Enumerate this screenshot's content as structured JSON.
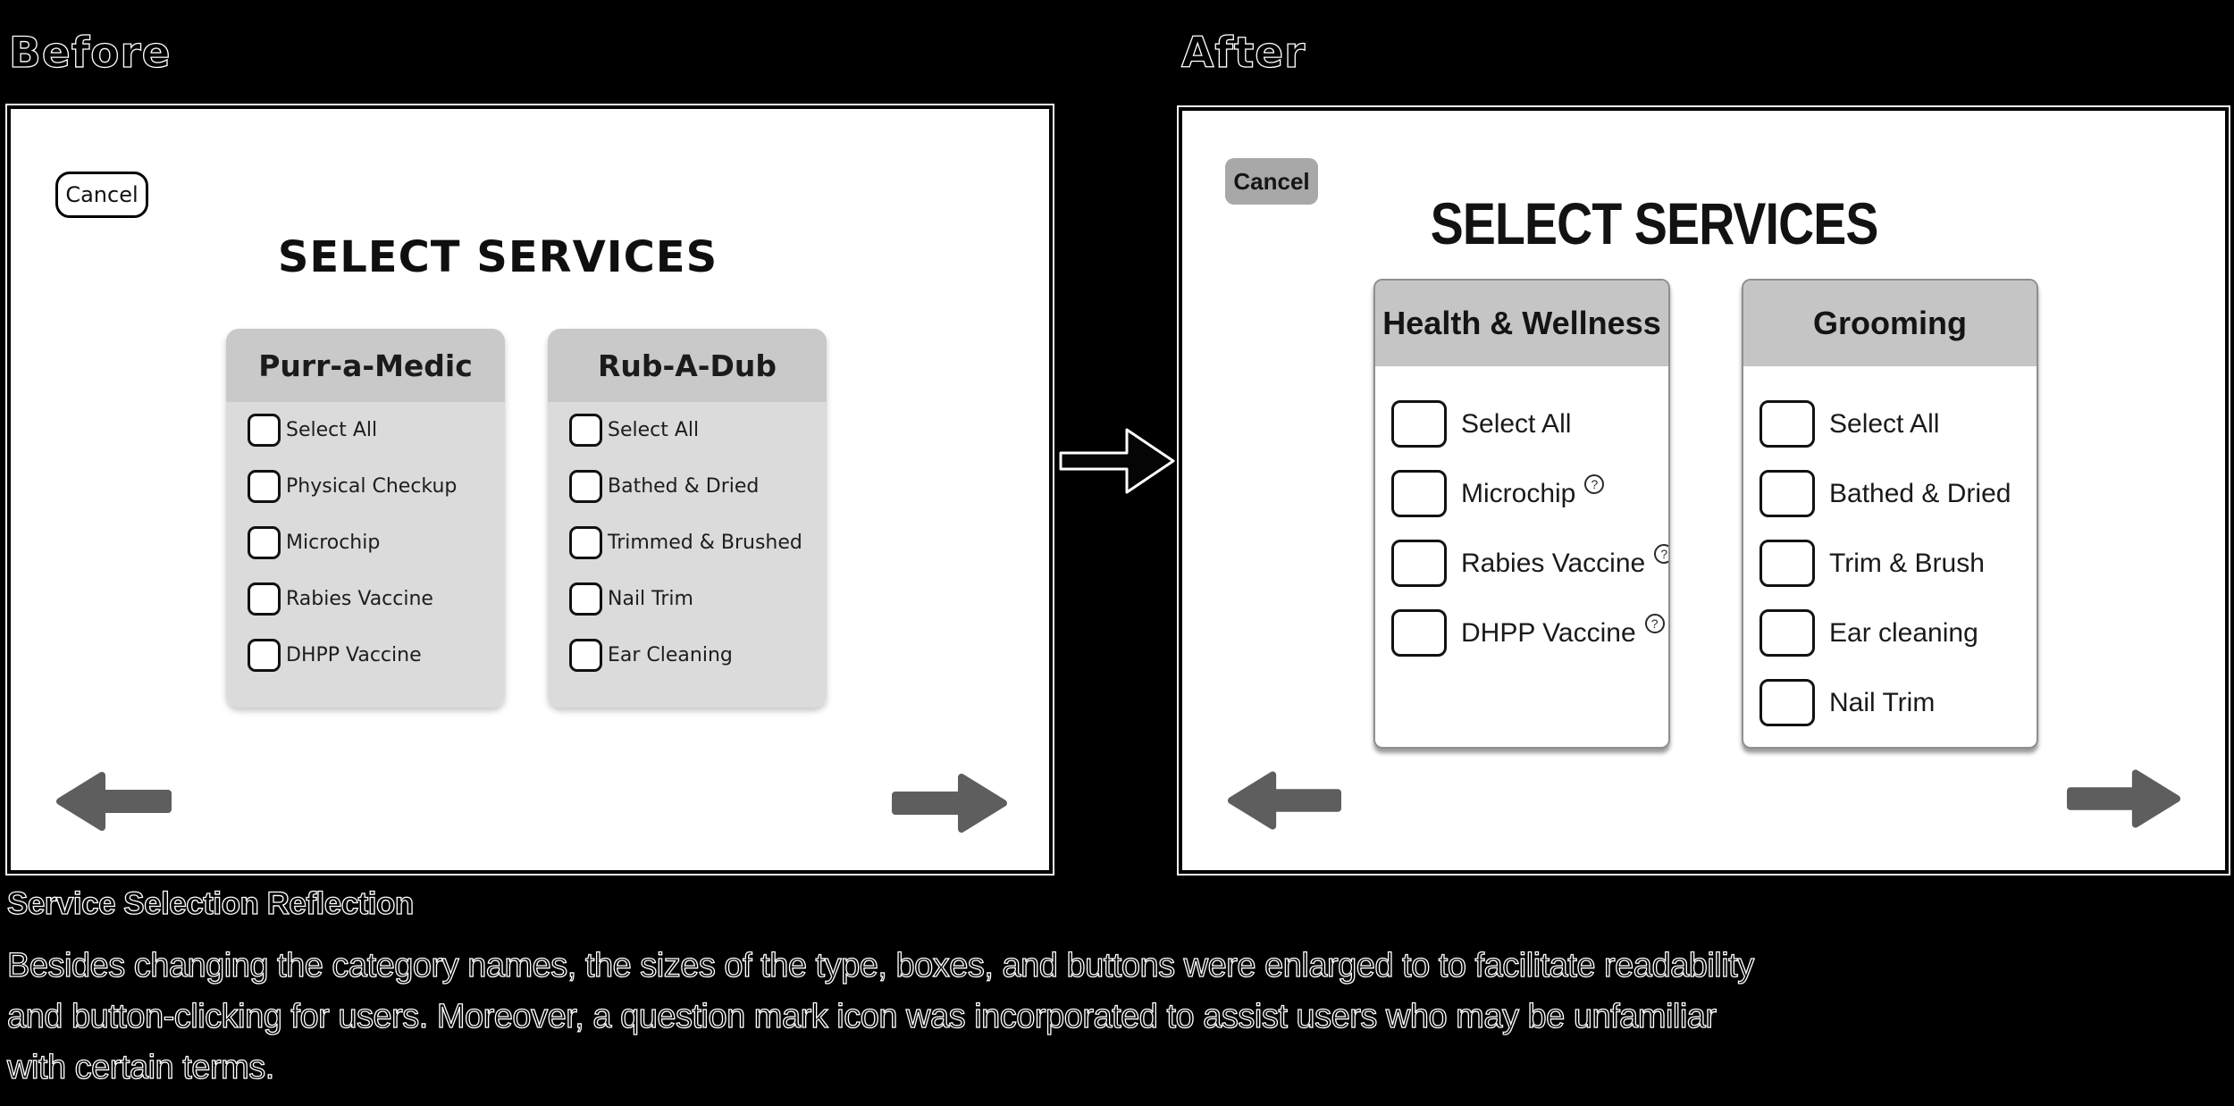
{
  "before": {
    "label": "Before",
    "cancel_label": "Cancel",
    "title": "SELECT SERVICES",
    "categories": [
      {
        "name": "Purr-a-Medic",
        "items": [
          "Select All",
          "Physical Checkup",
          "Microchip",
          "Rabies Vaccine",
          "DHPP Vaccine"
        ]
      },
      {
        "name": "Rub-A-Dub",
        "items": [
          "Select All",
          "Bathed & Dried",
          "Trimmed & Brushed",
          "Nail Trim",
          "Ear Cleaning"
        ]
      }
    ]
  },
  "after": {
    "label": "After",
    "cancel_label": "Cancel",
    "title": "SELECT SERVICES",
    "categories": [
      {
        "name": "Health & Wellness",
        "items": [
          {
            "label": "Select All"
          },
          {
            "label": "Microchip",
            "help": true
          },
          {
            "label": "Rabies Vaccine",
            "help": true
          },
          {
            "label": "DHPP Vaccine",
            "help": true
          }
        ]
      },
      {
        "name": "Grooming",
        "items": [
          {
            "label": "Select All"
          },
          {
            "label": "Bathed & Dried"
          },
          {
            "label": "Trim & Brush"
          },
          {
            "label": "Ear cleaning"
          },
          {
            "label": "Nail Trim"
          }
        ]
      }
    ]
  },
  "icons": {
    "help": "?"
  },
  "reflection": {
    "heading": "Service Selection Reflection",
    "body_lines": [
      "Besides changing the category names, the sizes of the type, boxes, and buttons were enlarged to to facilitate readability",
      "and button-clicking for users. Moreover, a question mark icon was incorporated to assist users who may be unfamiliar",
      "with certain terms."
    ]
  },
  "colors": {
    "background": "#000000",
    "panel": "#ffffff",
    "before_header_gray": "#c9c9c9",
    "before_body_gray": "#dbdbdb",
    "after_header_gray": "#c5c5c5",
    "after_cancel_gray": "#a8a8a8",
    "nav_arrow_gray": "#5e5e5e"
  }
}
